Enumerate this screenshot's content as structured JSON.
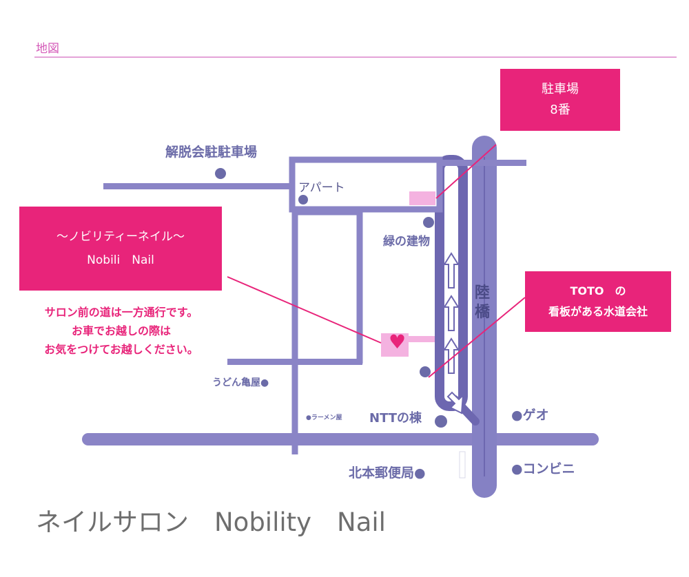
{
  "section_title": "地図",
  "parking_callout": {
    "line1": "駐車場",
    "line2": "8番"
  },
  "salon_callout": {
    "line1": "〜ノビリティーネイル〜",
    "line2": "Nobili　Nail"
  },
  "toto_callout": {
    "line1": "TOTO　の",
    "line2": "看板がある水道会社"
  },
  "notice": {
    "line1": "サロン前の道は一方通行です。",
    "line2": "お車でお越しの際は",
    "line3": "お気をつけてお越しください。"
  },
  "landmarks": {
    "kaidatsu": "解脱会駐駐車場",
    "apart": "アパート",
    "midori": "緑の建物",
    "rikkyo": "陸橋",
    "udon": "うどん亀屋●",
    "ramen": "●ラーメン屋",
    "ntt": "NTTの棟",
    "geo": "●ゲオ",
    "post": "北本郵便局●",
    "konbini": "●コンビニ"
  },
  "footer_title": "ネイルサロン　Nobility　Nail",
  "colors": {
    "road": "#8a84c6",
    "road_outline": "#6d67b0",
    "highway": "#8581c4",
    "marker": "#6b6ba8",
    "accent_pink": "#e8247a",
    "light_pink": "#f4b2e0",
    "rule": "#e4a2d8"
  },
  "icons": {
    "salon_marker": "heart-icon",
    "oneway": "up-arrow-icon"
  }
}
